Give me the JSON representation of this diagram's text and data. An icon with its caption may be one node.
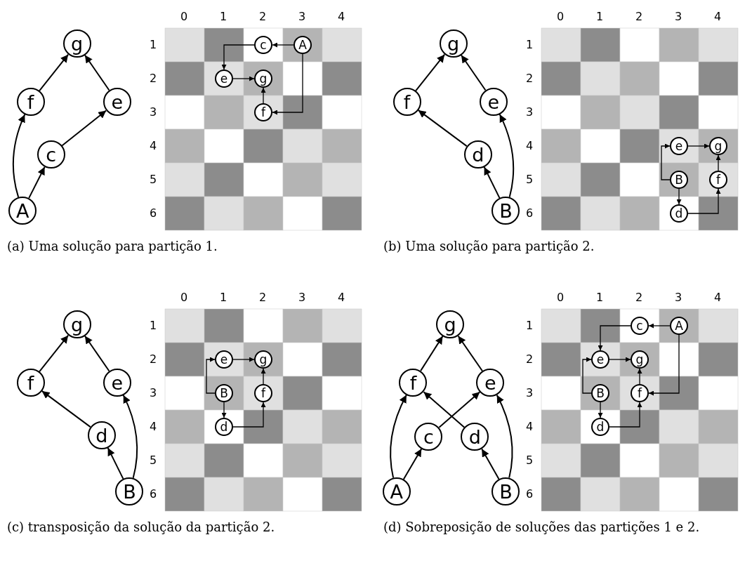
{
  "diagram": {
    "nodes": [
      {
        "text": [
          "g"
        ]
      },
      {
        "text": [
          "f"
        ]
      },
      {
        "text": [
          "e"
        ]
      },
      {
        "text": [
          "c"
        ]
      },
      {
        "text": [
          "A"
        ]
      },
      {
        "text": [
          "c"
        ]
      },
      {
        "text": [
          "A"
        ]
      },
      {
        "text": [
          "e"
        ]
      },
      {
        "text": [
          "g"
        ]
      },
      {
        "text": [
          "f"
        ]
      },
      {
        "text": [
          "g"
        ]
      },
      {
        "text": [
          "f"
        ]
      },
      {
        "text": [
          "e"
        ]
      },
      {
        "text": [
          "d"
        ]
      },
      {
        "text": [
          "B"
        ]
      },
      {
        "text": [
          "e"
        ]
      },
      {
        "text": [
          "g"
        ]
      },
      {
        "text": [
          "B"
        ]
      },
      {
        "text": [
          "f"
        ]
      },
      {
        "text": [
          "d"
        ]
      },
      {
        "text": [
          "g"
        ]
      },
      {
        "text": [
          "f"
        ]
      },
      {
        "text": [
          "e"
        ]
      },
      {
        "text": [
          "d"
        ]
      },
      {
        "text": [
          "B"
        ]
      },
      {
        "text": [
          "e"
        ]
      },
      {
        "text": [
          "g"
        ]
      },
      {
        "text": [
          "B"
        ]
      },
      {
        "text": [
          "f"
        ]
      },
      {
        "text": [
          "d"
        ]
      },
      {
        "text": [
          "g"
        ]
      },
      {
        "text": [
          "f"
        ]
      },
      {
        "text": [
          "e"
        ]
      },
      {
        "text": [
          "c"
        ]
      },
      {
        "text": [
          "d"
        ]
      },
      {
        "text": [
          "A"
        ]
      },
      {
        "text": [
          "B"
        ]
      },
      {
        "text": [
          "c"
        ]
      },
      {
        "text": [
          "A"
        ]
      },
      {
        "text": [
          "e"
        ]
      },
      {
        "text": [
          "g"
        ]
      },
      {
        "text": [
          "B"
        ]
      },
      {
        "text": [
          "f"
        ]
      },
      {
        "text": [
          "d"
        ]
      }
    ],
    "edges": [
      {
        "from": 1,
        "to": 0,
        "arrow": "to"
      },
      {
        "from": 2,
        "to": 0,
        "arrow": "to"
      },
      {
        "from": 3,
        "to": 2,
        "arrow": "to"
      },
      {
        "from": 4,
        "to": 3,
        "arrow": "to"
      },
      {
        "from": 4,
        "to": 1,
        "arrow": "to"
      },
      {
        "from": 6,
        "to": 5,
        "arrow": "to"
      },
      {
        "from": 5,
        "to": 7,
        "arrow": "to"
      },
      {
        "from": 7,
        "to": 8,
        "arrow": "to"
      },
      {
        "from": 9,
        "to": 8,
        "arrow": "to"
      },
      {
        "from": 6,
        "to": 9,
        "arrow": "to"
      },
      {
        "from": 11,
        "to": 10,
        "arrow": "to"
      },
      {
        "from": 12,
        "to": 10,
        "arrow": "to"
      },
      {
        "from": 13,
        "to": 11,
        "arrow": "to"
      },
      {
        "from": 14,
        "to": 13,
        "arrow": "to"
      },
      {
        "from": 14,
        "to": 12,
        "arrow": "to"
      },
      {
        "from": 15,
        "to": 16,
        "arrow": "to"
      },
      {
        "from": 18,
        "to": 16,
        "arrow": "to"
      },
      {
        "from": 17,
        "to": 15,
        "arrow": "to"
      },
      {
        "from": 17,
        "to": 19,
        "arrow": "to"
      },
      {
        "from": 19,
        "to": 18,
        "arrow": "to"
      },
      {
        "from": 21,
        "to": 20,
        "arrow": "to"
      },
      {
        "from": 22,
        "to": 20,
        "arrow": "to"
      },
      {
        "from": 23,
        "to": 21,
        "arrow": "to"
      },
      {
        "from": 24,
        "to": 23,
        "arrow": "to"
      },
      {
        "from": 24,
        "to": 22,
        "arrow": "to"
      },
      {
        "from": 25,
        "to": 26,
        "arrow": "to"
      },
      {
        "from": 28,
        "to": 26,
        "arrow": "to"
      },
      {
        "from": 27,
        "to": 25,
        "arrow": "to"
      },
      {
        "from": 27,
        "to": 29,
        "arrow": "to"
      },
      {
        "from": 29,
        "to": 28,
        "arrow": "to"
      },
      {
        "from": 31,
        "to": 30,
        "arrow": "to"
      },
      {
        "from": 32,
        "to": 30,
        "arrow": "to"
      },
      {
        "from": 33,
        "to": 32,
        "arrow": "to"
      },
      {
        "from": 34,
        "to": 31,
        "arrow": "to"
      },
      {
        "from": 35,
        "to": 33,
        "arrow": "to"
      },
      {
        "from": 35,
        "to": 31,
        "arrow": "to"
      },
      {
        "from": 36,
        "to": 34,
        "arrow": "to"
      },
      {
        "from": 36,
        "to": 32,
        "arrow": "to"
      },
      {
        "from": 38,
        "to": 37,
        "arrow": "to"
      },
      {
        "from": 37,
        "to": 39,
        "arrow": "to"
      },
      {
        "from": 39,
        "to": 40,
        "arrow": "to"
      },
      {
        "from": 42,
        "to": 40,
        "arrow": "to"
      },
      {
        "from": 38,
        "to": 42,
        "arrow": "to"
      },
      {
        "from": 41,
        "to": 39,
        "arrow": "to"
      },
      {
        "from": 41,
        "to": 43,
        "arrow": "to"
      },
      {
        "from": 43,
        "to": 42,
        "arrow": "to"
      }
    ],
    "labels": [
      "0",
      "1",
      "2",
      "3",
      "4",
      "1",
      "2",
      "3",
      "4",
      "5",
      "6",
      "(a) Uma solução para partição 1.",
      "0",
      "1",
      "2",
      "3",
      "4",
      "1",
      "2",
      "3",
      "4",
      "5",
      "6",
      "(b) Uma solução para partição 2.",
      "0",
      "1",
      "2",
      "3",
      "4",
      "1",
      "2",
      "3",
      "4",
      "5",
      "6",
      "(c) transposição da solução da partição 2.",
      "0",
      "1",
      "2",
      "3",
      "4",
      "1",
      "2",
      "3",
      "4",
      "5",
      "6",
      "(d) Sobreposição de soluções das partições 1 e 2."
    ]
  }
}
